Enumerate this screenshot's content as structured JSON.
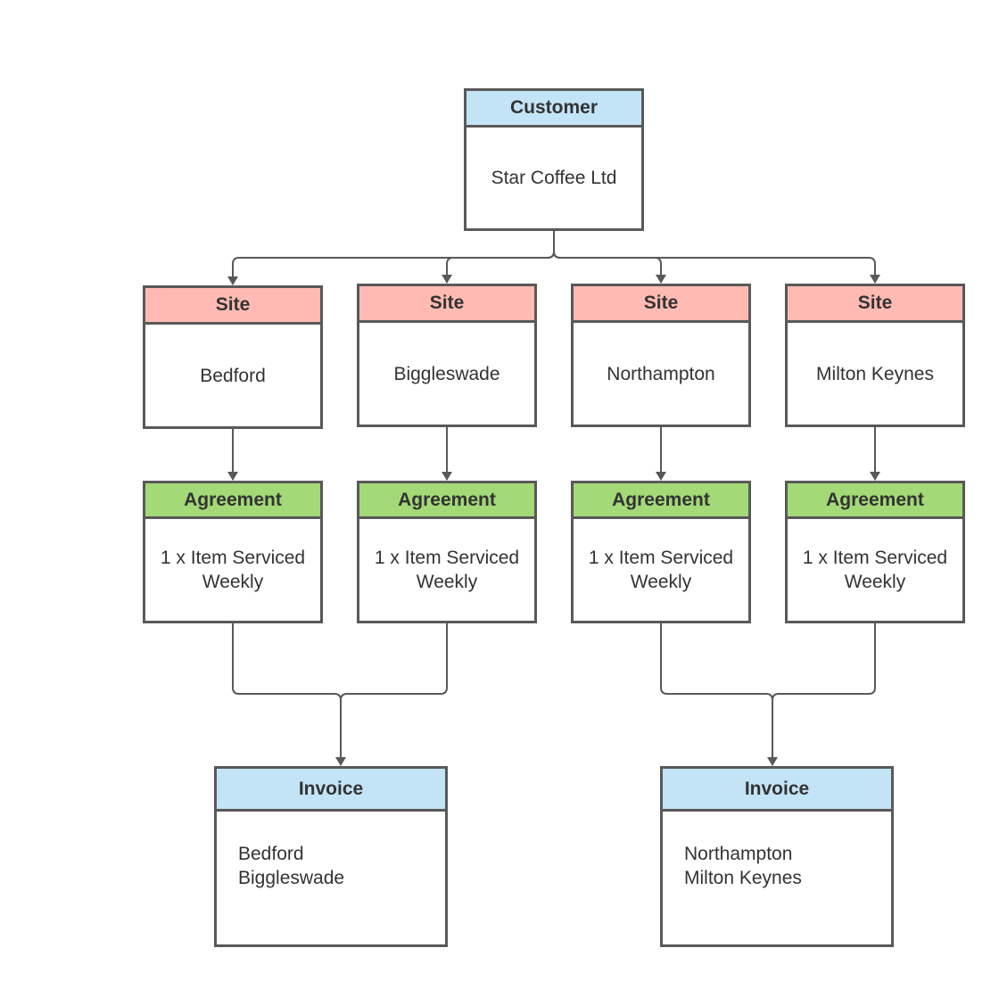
{
  "colors": {
    "customer_header": "#c3e4f7",
    "site_header": "#ffbbb3",
    "agreement_header": "#a3d977",
    "invoice_header": "#c3e4f7",
    "border": "#595959",
    "connector": "#595959"
  },
  "customer": {
    "header": "Customer",
    "body": "Star Coffee Ltd"
  },
  "sites": [
    {
      "header": "Site",
      "body": "Bedford"
    },
    {
      "header": "Site",
      "body": "Biggleswade"
    },
    {
      "header": "Site",
      "body": "Northampton"
    },
    {
      "header": "Site",
      "body": "Milton Keynes"
    }
  ],
  "agreements": [
    {
      "header": "Agreement",
      "line1": "1 x Item Serviced",
      "line2": "Weekly"
    },
    {
      "header": "Agreement",
      "line1": "1 x Item Serviced",
      "line2": "Weekly"
    },
    {
      "header": "Agreement",
      "line1": "1 x Item Serviced",
      "line2": "Weekly"
    },
    {
      "header": "Agreement",
      "line1": "1 x Item Serviced",
      "line2": "Weekly"
    }
  ],
  "invoices": [
    {
      "header": "Invoice",
      "line1": "Bedford",
      "line2": "Biggleswade"
    },
    {
      "header": "Invoice",
      "line1": "Northampton",
      "line2": "Milton Keynes"
    }
  ]
}
